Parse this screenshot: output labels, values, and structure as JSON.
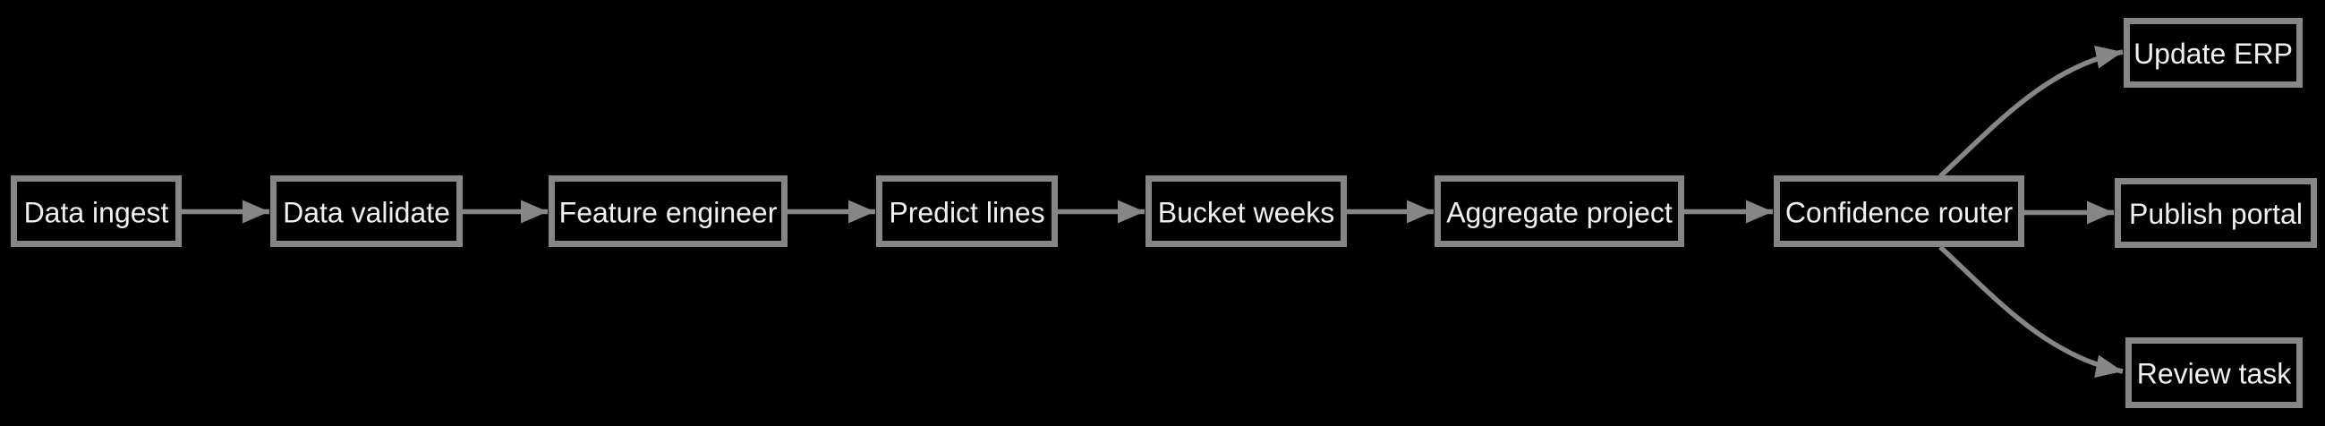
{
  "diagram": {
    "type": "flowchart",
    "direction": "left-to-right",
    "nodes": [
      {
        "id": "data-ingest",
        "label": "Data ingest"
      },
      {
        "id": "data-validate",
        "label": "Data validate"
      },
      {
        "id": "feature-engineer",
        "label": "Feature engineer"
      },
      {
        "id": "predict-lines",
        "label": "Predict lines"
      },
      {
        "id": "bucket-weeks",
        "label": "Bucket weeks"
      },
      {
        "id": "aggregate-project",
        "label": "Aggregate project"
      },
      {
        "id": "confidence-router",
        "label": "Confidence router"
      },
      {
        "id": "update-erp",
        "label": "Update ERP"
      },
      {
        "id": "publish-portal",
        "label": "Publish portal"
      },
      {
        "id": "review-task",
        "label": "Review task"
      }
    ],
    "edges": [
      {
        "from": "data-ingest",
        "to": "data-validate"
      },
      {
        "from": "data-validate",
        "to": "feature-engineer"
      },
      {
        "from": "feature-engineer",
        "to": "predict-lines"
      },
      {
        "from": "predict-lines",
        "to": "bucket-weeks"
      },
      {
        "from": "bucket-weeks",
        "to": "aggregate-project"
      },
      {
        "from": "aggregate-project",
        "to": "confidence-router"
      },
      {
        "from": "confidence-router",
        "to": "update-erp"
      },
      {
        "from": "confidence-router",
        "to": "publish-portal"
      },
      {
        "from": "confidence-router",
        "to": "review-task"
      }
    ],
    "colors": {
      "background": "#000000",
      "node_fill": "#000000",
      "node_border": "#868686",
      "edge": "#868686",
      "text": "#f0f0f0"
    }
  }
}
